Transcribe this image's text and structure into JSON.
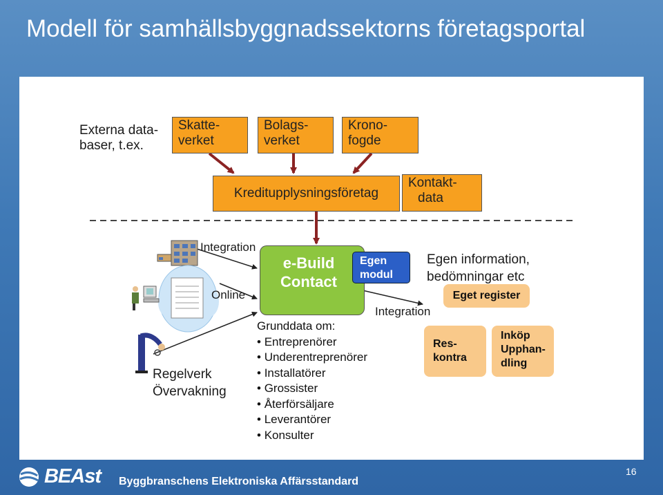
{
  "slide": {
    "title": "Modell för samhällsbyggnadssektorns företagsportal",
    "footer": "Byggbranschens Elektroniska Affärsstandard",
    "page_number": "16",
    "logo_text": "BEAst"
  },
  "top_sources": {
    "externa_1": "Externa data-",
    "externa_2": "baser, t.ex.",
    "skatte_1": "Skatte-",
    "skatte_2": "verket",
    "bolags_1": "Bolags-",
    "bolags_2": "verket",
    "krono_1": "Krono-",
    "krono_2": "fogde"
  },
  "mid_row": {
    "kredit": "Kreditupplysningsföretag",
    "kontakt_1": "Kontakt-",
    "kontakt_2": "data"
  },
  "left_side": {
    "integration": "Integration",
    "online": "Online",
    "regelverk": "Regelverk",
    "overvakning": "Övervakning"
  },
  "center": {
    "ebuild_1": "e-Build",
    "ebuild_2": "Contact",
    "egen_1": "Egen",
    "egen_2": "modul",
    "integration_right": "Integration",
    "grunddata_title": "Grunddata om:",
    "grunddata_items": [
      "Entreprenörer",
      "Underentreprenörer",
      "Installatörer",
      "Grossister",
      "Återförsäljare",
      "Leverantörer",
      "Konsulter"
    ]
  },
  "right_side": {
    "egen_info_1": "Egen information,",
    "egen_info_2": "bedömningar etc",
    "eget_register": "Eget register",
    "res_1": "Res-",
    "res_2": "kontra",
    "inkop_1": "Inköp",
    "inkop_2": "Upphan-",
    "inkop_3": "dling"
  },
  "colors": {
    "orange": "#f7a01f",
    "green": "#8dc63f",
    "blue": "#2b5fc7",
    "peach": "#f9c98a",
    "arrow": "#8b2323",
    "background_blue": "#3f79b6"
  },
  "icons": [
    "office-building-icon",
    "desktop-computer-icon",
    "document-cloud-icon",
    "person-at-computer-icon",
    "person-with-magnifier-icon",
    "beast-logo-icon"
  ]
}
